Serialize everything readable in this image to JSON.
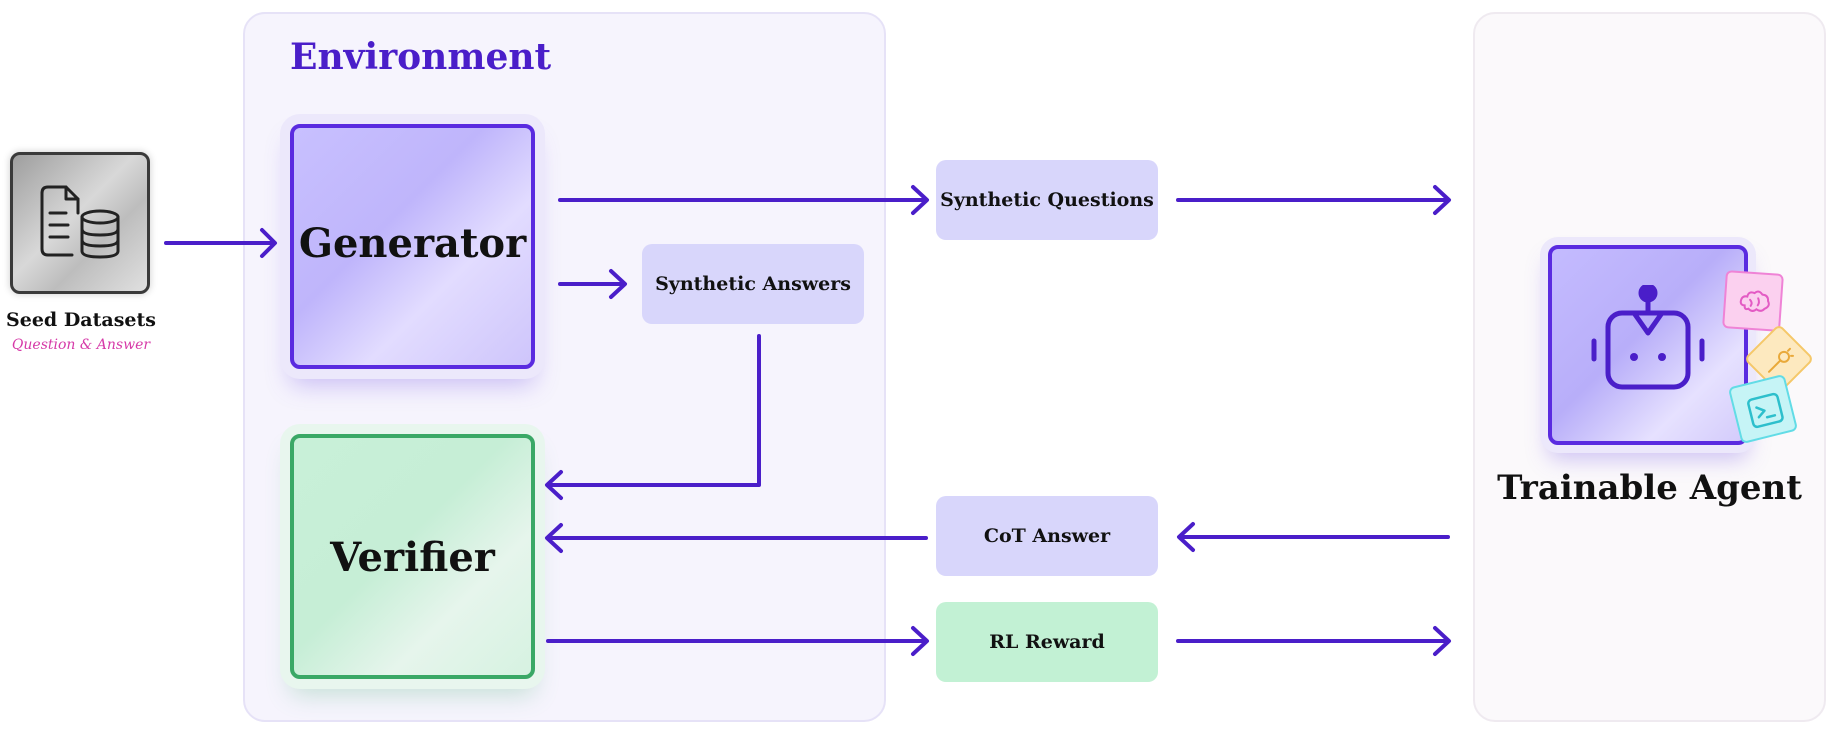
{
  "environment": {
    "title": "Environment"
  },
  "seed": {
    "title": "Seed Datasets",
    "subtitle": "Question & Answer",
    "icon": "file-database-icon"
  },
  "generator": {
    "label": "Generator"
  },
  "verifier": {
    "label": "Verifier"
  },
  "messages": {
    "synthetic_questions": "Synthetic Questions",
    "synthetic_answers": "Synthetic Answers",
    "cot_answer": "CoT Answer",
    "rl_reward": "RL Reward"
  },
  "agent": {
    "title": "Trainable Agent",
    "icon": "robot-icon",
    "skill_icons": [
      "brain-icon",
      "tool-icon",
      "terminal-icon"
    ]
  },
  "colors": {
    "accent": "#4a1ec9",
    "arrow": "#4a1ec9",
    "generator": "#c8c0ff",
    "verifier": "#c6eed6",
    "pill_purple": "#d8d6fb",
    "pill_green": "#c2f1d4",
    "label_pink": "#d63aa8"
  }
}
